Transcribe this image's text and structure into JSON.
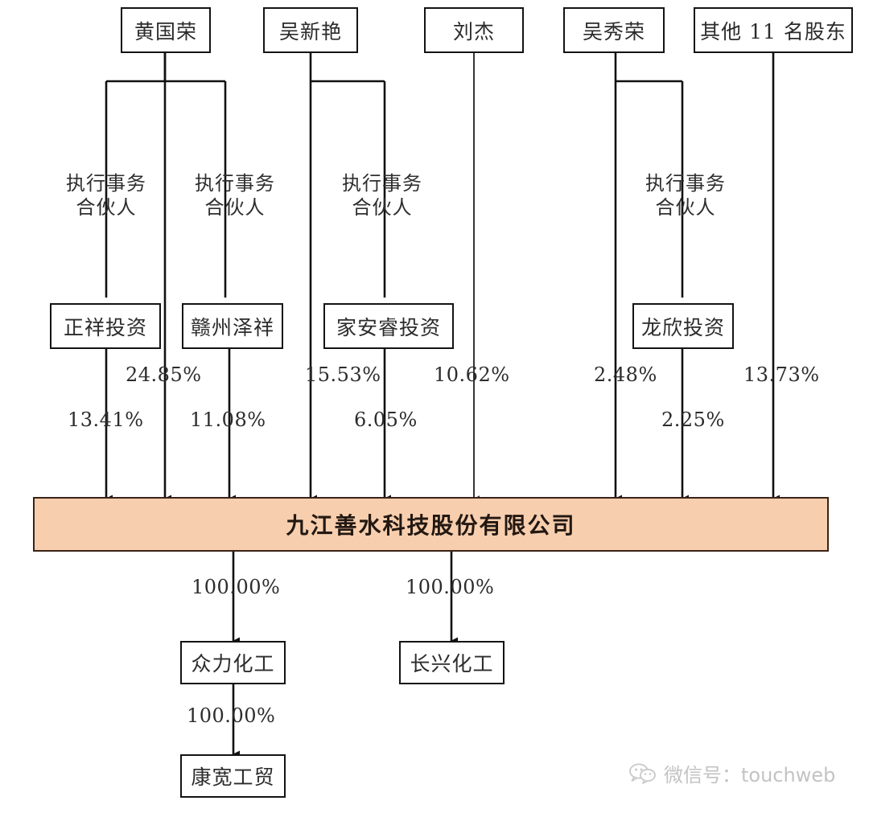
{
  "diagram": {
    "title": "九江善水科技股份有限公司 股权结构图",
    "type": "ownership-structure",
    "colors": {
      "company_fill": "#f7cfae",
      "company_border": "#3a2317",
      "box_border": "#131313",
      "text": "#2b2b2b",
      "watermark": "#c3c3c3"
    }
  },
  "shareholders": [
    {
      "id": "huang_guorong",
      "label": "黄国荣"
    },
    {
      "id": "wu_xinyan",
      "label": "吴新艳"
    },
    {
      "id": "liu_jie",
      "label": "刘杰"
    },
    {
      "id": "wu_xiurong",
      "label": "吴秀荣"
    },
    {
      "id": "other_11",
      "label": "其他 11 名股东"
    }
  ],
  "role_labels": [
    {
      "id": "role_1",
      "line1": "执行事务",
      "line2": "合伙人",
      "text": "执行事务\n合伙人"
    },
    {
      "id": "role_2",
      "line1": "执行事务",
      "line2": "合伙人",
      "text": "执行事务\n合伙人"
    },
    {
      "id": "role_3",
      "line1": "执行事务",
      "line2": "合伙人",
      "text": "执行事务\n合伙人"
    },
    {
      "id": "role_4",
      "line1": "执行事务",
      "line2": "合伙人",
      "text": "执行事务\n合伙人"
    }
  ],
  "partnerships": [
    {
      "id": "zhengxiang",
      "label": "正祥投资"
    },
    {
      "id": "ganzhou_zexiang",
      "label": "赣州泽祥"
    },
    {
      "id": "jiaanrui",
      "label": "家安睿投资"
    },
    {
      "id": "longxin",
      "label": "龙欣投资"
    }
  ],
  "company": {
    "id": "shanshui",
    "label": "九江善水科技股份有限公司"
  },
  "subsidiaries": [
    {
      "id": "zhongli",
      "label": "众力化工"
    },
    {
      "id": "changxing",
      "label": "长兴化工"
    },
    {
      "id": "kangkuan",
      "label": "康宽工贸"
    }
  ],
  "ownership_edges": [
    {
      "id": "pct_zhengxiang",
      "from": "正祥投资",
      "to": "九江善水科技股份有限公司",
      "value": "13.41%"
    },
    {
      "id": "pct_huang_direct",
      "from": "黄国荣",
      "to": "九江善水科技股份有限公司",
      "value": "24.85%"
    },
    {
      "id": "pct_ganzhou",
      "from": "赣州泽祥",
      "to": "九江善水科技股份有限公司",
      "value": "11.08%"
    },
    {
      "id": "pct_wuxinyan_direct",
      "from": "吴新艳",
      "to": "九江善水科技股份有限公司",
      "value": "15.53%"
    },
    {
      "id": "pct_jiaanrui",
      "from": "家安睿投资",
      "to": "九江善水科技股份有限公司",
      "value": "6.05%"
    },
    {
      "id": "pct_liujie_direct",
      "from": "刘杰",
      "to": "九江善水科技股份有限公司",
      "value": "10.62%"
    },
    {
      "id": "pct_wuxiurong_direct",
      "from": "吴秀荣",
      "to": "九江善水科技股份有限公司",
      "value": "2.48%"
    },
    {
      "id": "pct_longxin",
      "from": "龙欣投资",
      "to": "九江善水科技股份有限公司",
      "value": "2.25%"
    },
    {
      "id": "pct_other11",
      "from": "其他 11 名股东",
      "to": "九江善水科技股份有限公司",
      "value": "13.73%"
    },
    {
      "id": "pct_zhongli",
      "from": "九江善水科技股份有限公司",
      "to": "众力化工",
      "value": "100.00%"
    },
    {
      "id": "pct_changxing",
      "from": "九江善水科技股份有限公司",
      "to": "长兴化工",
      "value": "100.00%"
    },
    {
      "id": "pct_kangkuan",
      "from": "众力化工",
      "to": "康宽工贸",
      "value": "100.00%"
    }
  ],
  "watermark": {
    "icon": "wechat-icon",
    "text": "微信号：touchweb"
  }
}
